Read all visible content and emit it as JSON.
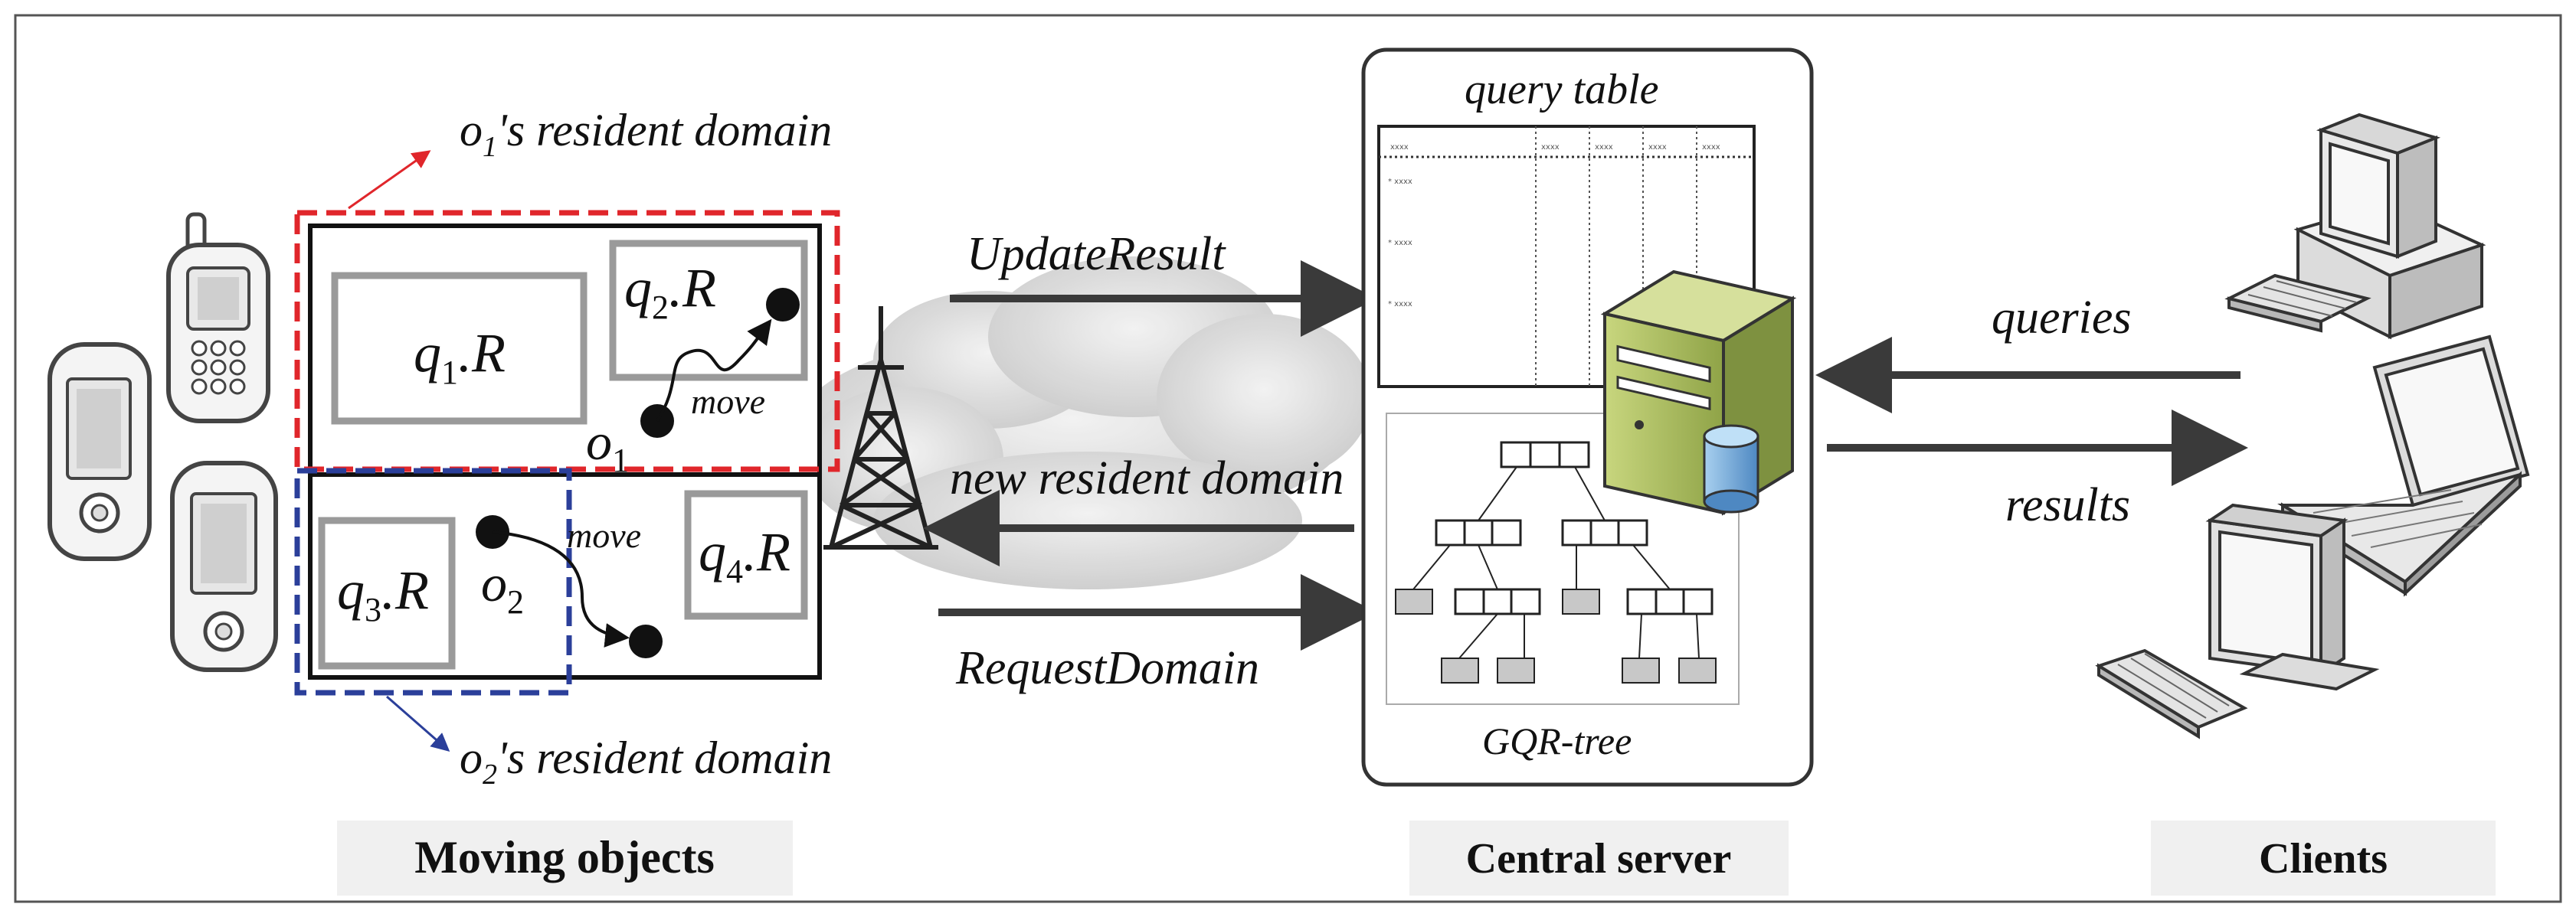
{
  "labels": {
    "o1_resident_sub": "1",
    "o1_resident_text": "'s resident domain",
    "o1_resident_o": "o",
    "o2_resident_sub": "2",
    "o2_resident_text": "'s resident domain",
    "o2_resident_o": "o",
    "q1_q": "q",
    "q1_sub": "1",
    "q1_R": ".R",
    "q2_q": "q",
    "q2_sub": "2",
    "q2_R": ".R",
    "q3_q": "q",
    "q3_sub": "3",
    "q3_R": ".R",
    "q4_q": "q",
    "q4_sub": "4",
    "q4_R": ".R",
    "o1_o": "o",
    "o1_sub": "1",
    "o2_o": "o",
    "o2_sub": "2",
    "move1": "move",
    "move2": "move",
    "update_result": "UpdateResult",
    "new_resident_domain": "new resident domain",
    "request_domain": "RequestDomain",
    "query_table": "query table",
    "gqr_tree": "GQR-tree",
    "queries": "queries",
    "results": "results",
    "moving_objects": "Moving objects",
    "central_server": "Central server",
    "clients": "Clients"
  },
  "table_cells": {
    "h1": "xxxx",
    "h2": "xxxx",
    "h3": "xxxx",
    "h4": "xxxx",
    "h5": "xxxx",
    "r1": "* xxxx",
    "r2": "* xxxx",
    "r3": "* xxxx"
  },
  "colors": {
    "red_domain": "#e0262b",
    "blue_domain": "#2b3f9a",
    "arrow": "#3a3a3a",
    "query_rect": "#9a9a9a",
    "server_green": "#a5b85a",
    "db_blue": "#6fa8d6",
    "caption_bg": "#f0f0f0"
  }
}
